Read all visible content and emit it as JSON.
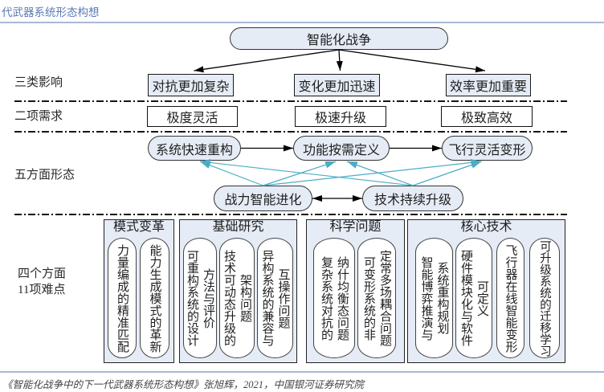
{
  "header": {
    "title": "代武器系统形态构想"
  },
  "colors": {
    "accent": "#5a7ab4",
    "node_fill": "#e6ecf6",
    "arrow": "#000000",
    "support_arrow": "#4bacc6",
    "rule": "#a9b9d5"
  },
  "top_node": {
    "label": "智能化战争"
  },
  "impacts": {
    "label": "三类影响",
    "items": [
      "对抗更加复杂",
      "变化更加迅速",
      "效率更加重要"
    ]
  },
  "needs": {
    "label": "二项需求",
    "items": [
      "极度灵活",
      "极速升级",
      "极致高效"
    ]
  },
  "forms": {
    "label": "五方面形态",
    "upper": [
      "系统快速重构",
      "功能按需定义",
      "飞行灵活变形"
    ],
    "lower": [
      "战力智能进化",
      "技术持续升级"
    ]
  },
  "difficulties": {
    "label_lines": [
      "四个方面",
      "11项难点"
    ],
    "groups": [
      {
        "title": "模式变革",
        "items": [
          "力量编成的精准匹配",
          "能力生成模式的革新"
        ]
      },
      {
        "title": "基础研究",
        "items": [
          "可重构系统的设计\n方法与评价",
          "技术可动态升级的\n架构问题",
          "异构系统的兼容与\n互操作问题"
        ]
      },
      {
        "title": "科学问题",
        "items": [
          "复杂系统对抗的\n纳什均衡态问题",
          "可变形系统的非\n定常多场耦合问题"
        ]
      },
      {
        "title": "核心技术",
        "items": [
          "智能博弈推演与\n系统重构规划",
          "硬件模块化与软件\n可定义",
          "飞行器在线智能变形",
          "可升级系统的迁移学习"
        ]
      }
    ]
  },
  "edges": [
    {
      "from": "top_node.label",
      "to": "impacts.items.0",
      "kind": "leads_to"
    },
    {
      "from": "top_node.label",
      "to": "impacts.items.1",
      "kind": "leads_to"
    },
    {
      "from": "top_node.label",
      "to": "impacts.items.2",
      "kind": "leads_to"
    },
    {
      "from": "forms.upper.0",
      "to": "forms.upper.1",
      "kind": "sequence"
    },
    {
      "from": "forms.upper.1",
      "to": "forms.upper.2",
      "kind": "sequence"
    },
    {
      "from": "forms.lower.0",
      "to": "forms.lower.1",
      "kind": "mutual"
    },
    {
      "from": "forms.lower.0",
      "to": "forms.upper.0",
      "kind": "supports"
    },
    {
      "from": "forms.lower.0",
      "to": "forms.upper.1",
      "kind": "supports"
    },
    {
      "from": "forms.lower.0",
      "to": "forms.upper.2",
      "kind": "supports"
    },
    {
      "from": "forms.lower.1",
      "to": "forms.upper.0",
      "kind": "supports"
    },
    {
      "from": "forms.lower.1",
      "to": "forms.upper.1",
      "kind": "supports"
    },
    {
      "from": "forms.lower.1",
      "to": "forms.upper.2",
      "kind": "supports"
    }
  ],
  "footer": {
    "source": "《智能化战争中的下一代武器系统形态构想》张旭辉，2021，中国银河证券研究院"
  }
}
